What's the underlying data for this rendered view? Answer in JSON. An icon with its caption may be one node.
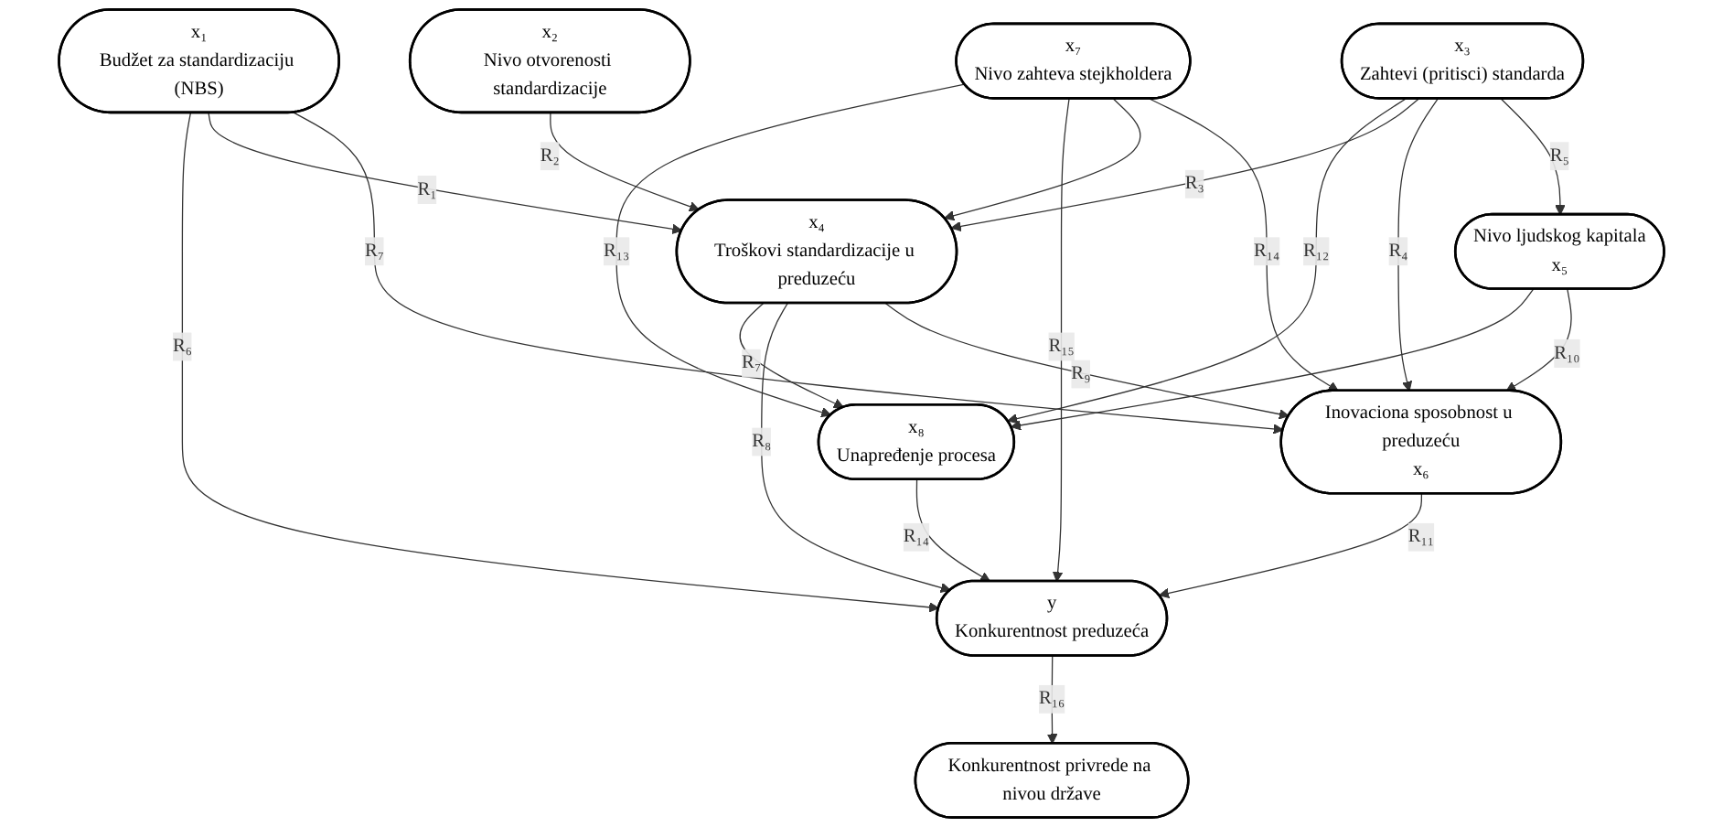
{
  "diagram": {
    "nodes": [
      {
        "text": [
          "Konkurentnost privrede na nivou države"
        ]
      },
      {
        "text": [
          "x₈",
          "Unapređenje procesa"
        ]
      },
      {
        "text": [
          "x₁",
          "Budžet za standardizaciju (NBS)"
        ]
      },
      {
        "text": [
          "x₂",
          "Nivo otvorenosti standardizacije"
        ]
      },
      {
        "text": [
          "y",
          "Konkurentnost preduzeća"
        ]
      },
      {
        "text": [
          "x₄",
          "Troškovi standardizacije u preduzeću"
        ]
      },
      {
        "text": [
          "x₇",
          "Nivo zahteva stejkholdera"
        ]
      },
      {
        "text": [
          "x₃",
          "Zahtevi (pritisci) standarda"
        ]
      },
      {
        "text": [
          "Inovaciona sposobnost u preduzeću",
          "x₆"
        ]
      },
      {
        "text": [
          "Nivo ljudskog kapitala",
          "x₅"
        ]
      }
    ],
    "edges": [
      {
        "from": 7,
        "to": 1,
        "arrow": "to",
        "label": "R₁₂"
      },
      {
        "from": 2,
        "to": 4,
        "arrow": "to",
        "label": "R₆"
      },
      {
        "from": 2,
        "to": 5,
        "arrow": "to",
        "label": "R₁"
      },
      {
        "from": 5,
        "to": 1,
        "arrow": "to",
        "label": "R₇"
      },
      {
        "from": 2,
        "to": 8,
        "arrow": "to",
        "label": "R₇"
      },
      {
        "from": 5,
        "to": 4,
        "arrow": "to",
        "label": "R₈"
      },
      {
        "from": 3,
        "to": 5,
        "arrow": "to",
        "label": "R₂"
      },
      {
        "from": 6,
        "to": 1,
        "arrow": "to",
        "label": "R₁₃"
      },
      {
        "from": 6,
        "to": 4,
        "arrow": "to",
        "label": "R₁₅"
      },
      {
        "from": 1,
        "to": 4,
        "arrow": "to",
        "label": "R₁₄"
      },
      {
        "from": 4,
        "to": 0,
        "arrow": "to",
        "label": "R₁₆"
      },
      {
        "from": 6,
        "to": 5,
        "arrow": "to"
      },
      {
        "from": 7,
        "to": 5,
        "arrow": "to",
        "label": "R₃"
      },
      {
        "from": 5,
        "to": 8,
        "arrow": "to",
        "label": "R₉"
      },
      {
        "from": 6,
        "to": 8,
        "arrow": "to",
        "label": "R₁₄"
      },
      {
        "from": 8,
        "to": 4,
        "arrow": "to",
        "label": "R₁₁"
      },
      {
        "from": 7,
        "to": 8,
        "arrow": "to",
        "label": "R₄"
      },
      {
        "from": 7,
        "to": 9,
        "arrow": "to",
        "label": "R₅"
      },
      {
        "from": 9,
        "to": 1,
        "arrow": "to"
      },
      {
        "from": 9,
        "to": 8,
        "arrow": "to",
        "label": "R₁₀"
      }
    ]
  }
}
